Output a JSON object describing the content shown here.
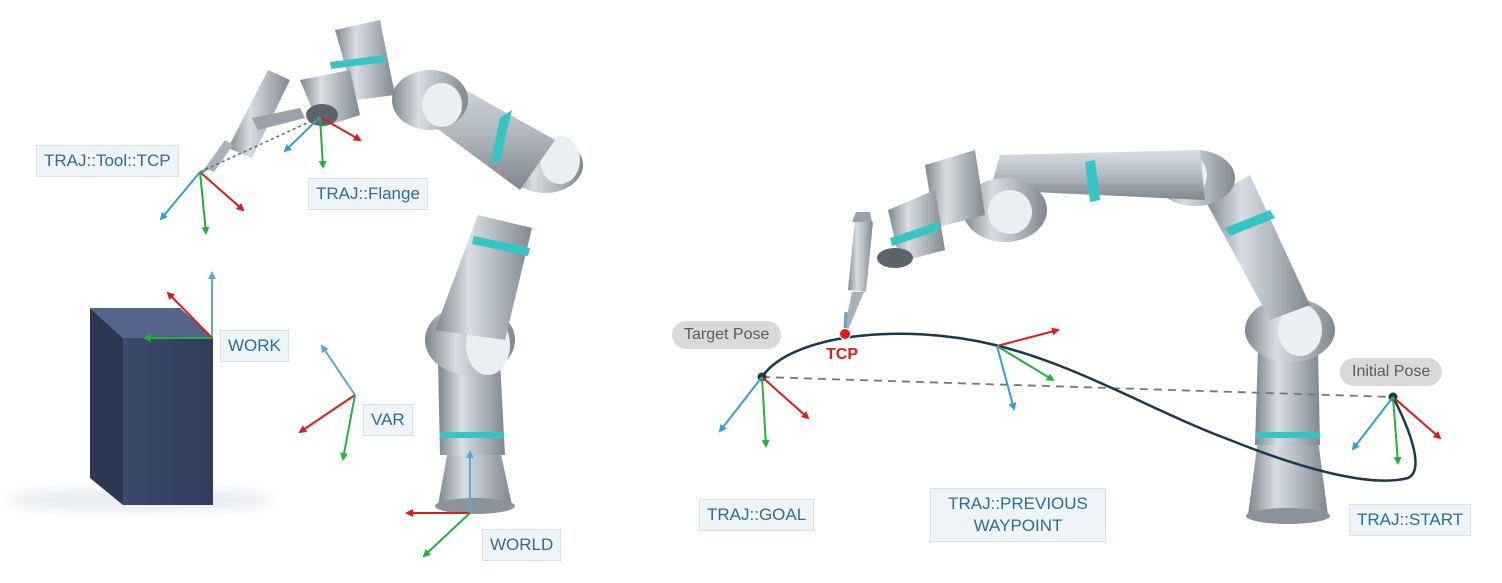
{
  "left_labels": {
    "tool_tcp": "TRAJ::Tool::TCP",
    "flange": "TRAJ::Flange",
    "work": "WORK",
    "var": "VAR",
    "world": "WORLD"
  },
  "right_labels": {
    "target_pose": "Target Pose",
    "tcp": "TCP",
    "initial_pose": "Initial Pose",
    "goal": "TRAJ::GOAL",
    "previous_waypoint_line1": "TRAJ::PREVIOUS",
    "previous_waypoint_line2": "WAYPOINT",
    "start": "TRAJ::START"
  },
  "colors": {
    "x_axis": "#e01b1b",
    "y_axis": "#1fb33a",
    "z_axis": "#2e9fe0",
    "label_text": "#2d6c9f",
    "label_bg": "#eef4f8",
    "trajectory": "#173a52",
    "work_box": "#3a4a6b",
    "robot_metal": "#aab1b8",
    "ring_accent": "#33c6c4"
  }
}
